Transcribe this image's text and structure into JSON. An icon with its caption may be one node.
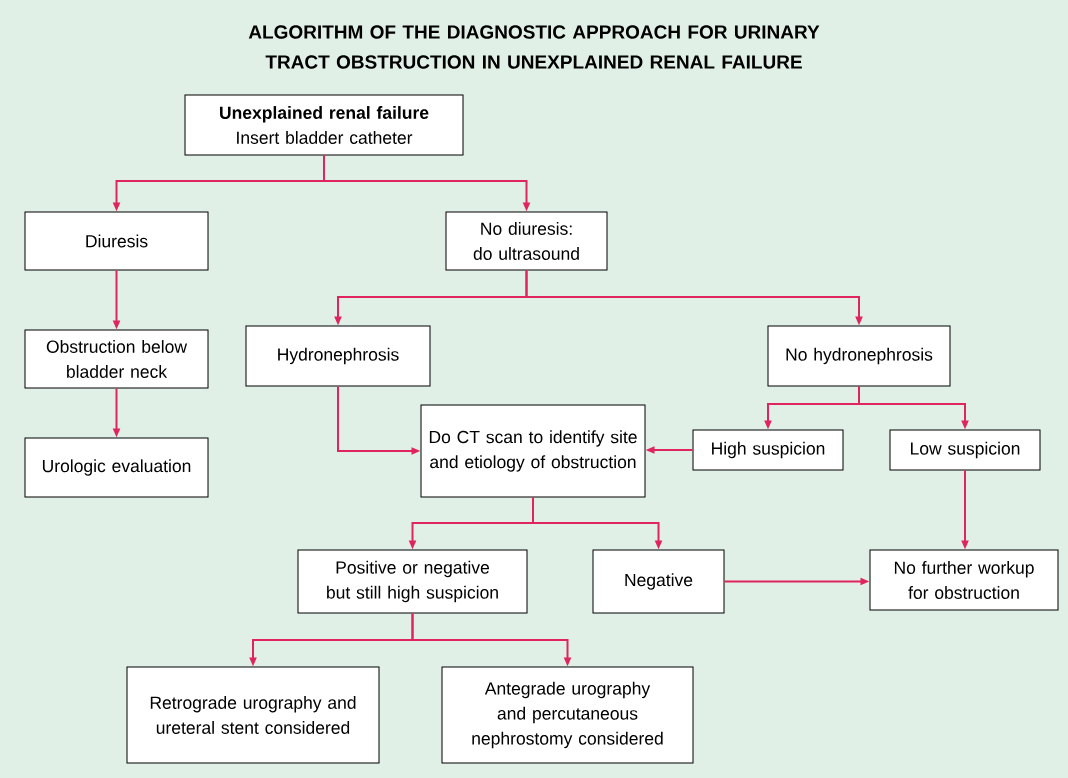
{
  "diagram": {
    "title": "ALGORITHM OF THE DIAGNOSTIC APPROACH FOR URINARY TRACT OBSTRUCTION IN UNEXPLAINED RENAL FAILURE",
    "nodes": [
      {
        "text": [
          "Unexplained renal failure",
          "Insert bladder catheter"
        ]
      },
      {
        "text": [
          "Diuresis"
        ]
      },
      {
        "text": [
          "No diuresis: do ultrasound"
        ]
      },
      {
        "text": [
          "Obstruction below bladder neck"
        ]
      },
      {
        "text": [
          "Urologic evaluation"
        ]
      },
      {
        "text": [
          "Hydronephrosis"
        ]
      },
      {
        "text": [
          "No hydronephrosis"
        ]
      },
      {
        "text": [
          "Do CT scan to identify site and etiology of obstruction"
        ]
      },
      {
        "text": [
          "High suspicion"
        ]
      },
      {
        "text": [
          "Low suspicion"
        ]
      },
      {
        "text": [
          "Positive or negative but still high suspicion"
        ]
      },
      {
        "text": [
          "Negative"
        ]
      },
      {
        "text": [
          "No further workup for obstruction"
        ]
      },
      {
        "text": [
          "Retrograde urography and ureteral stent considered"
        ]
      },
      {
        "text": [
          "Antegrade urography and percutaneous nephrostomy considered"
        ]
      }
    ],
    "edges": [
      {
        "from": 0,
        "to": 1,
        "arrow": "to"
      },
      {
        "from": 0,
        "to": 2,
        "arrow": "to"
      },
      {
        "from": 1,
        "to": 3,
        "arrow": "to"
      },
      {
        "from": 3,
        "to": 4,
        "arrow": "to"
      },
      {
        "from": 2,
        "to": 5,
        "arrow": "to"
      },
      {
        "from": 2,
        "to": 6,
        "arrow": "to"
      },
      {
        "from": 5,
        "to": 7,
        "arrow": "to"
      },
      {
        "from": 6,
        "to": 8,
        "arrow": "to"
      },
      {
        "from": 6,
        "to": 9,
        "arrow": "to"
      },
      {
        "from": 8,
        "to": 7,
        "arrow": "to"
      },
      {
        "from": 9,
        "to": 12,
        "arrow": "to"
      },
      {
        "from": 7,
        "to": 10,
        "arrow": "to"
      },
      {
        "from": 7,
        "to": 11,
        "arrow": "to"
      },
      {
        "from": 11,
        "to": 12,
        "arrow": "to"
      },
      {
        "from": 10,
        "to": 13,
        "arrow": "to"
      },
      {
        "from": 10,
        "to": 14,
        "arrow": "to"
      }
    ]
  }
}
